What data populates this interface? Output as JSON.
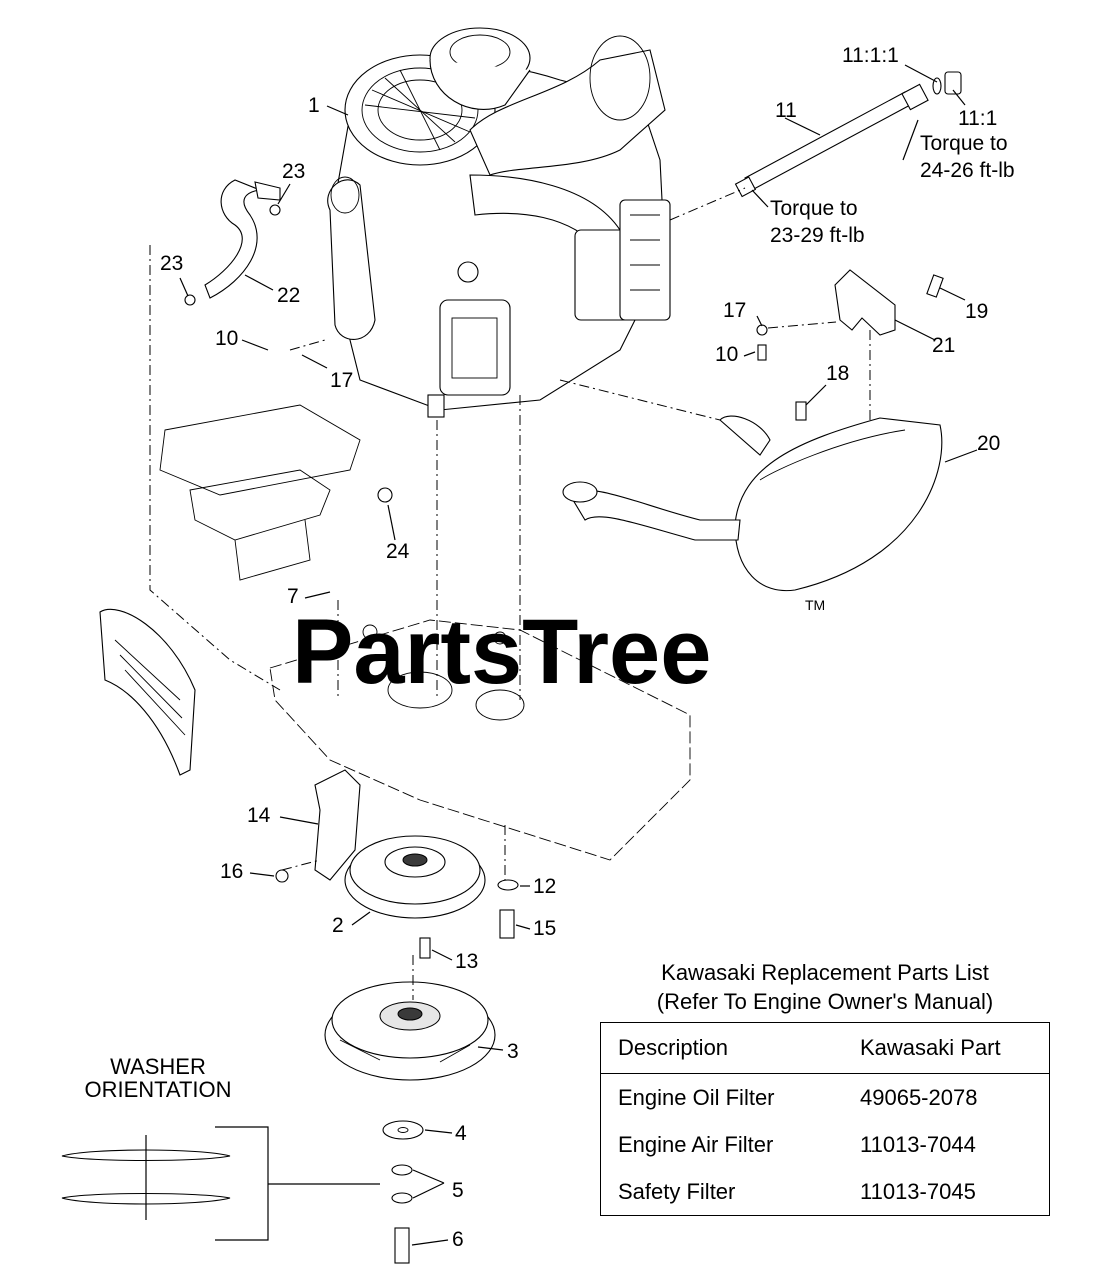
{
  "watermark": {
    "text": "PartsTree",
    "trademark": "TM"
  },
  "callouts": [
    {
      "id": "c1",
      "label": "1"
    },
    {
      "id": "c23a",
      "label": "23"
    },
    {
      "id": "c23b",
      "label": "23"
    },
    {
      "id": "c22",
      "label": "22"
    },
    {
      "id": "c10a",
      "label": "10"
    },
    {
      "id": "c17a",
      "label": "17"
    },
    {
      "id": "c11",
      "label": "11"
    },
    {
      "id": "c1111",
      "label": "11:1:1"
    },
    {
      "id": "c111",
      "label": "11:1"
    },
    {
      "id": "c17b",
      "label": "17"
    },
    {
      "id": "c10b",
      "label": "10"
    },
    {
      "id": "c19",
      "label": "19"
    },
    {
      "id": "c21",
      "label": "21"
    },
    {
      "id": "c18",
      "label": "18"
    },
    {
      "id": "c20",
      "label": "20"
    },
    {
      "id": "c24",
      "label": "24"
    },
    {
      "id": "c7",
      "label": "7"
    },
    {
      "id": "c14",
      "label": "14"
    },
    {
      "id": "c16",
      "label": "16"
    },
    {
      "id": "c12",
      "label": "12"
    },
    {
      "id": "c2",
      "label": "2"
    },
    {
      "id": "c15",
      "label": "15"
    },
    {
      "id": "c13",
      "label": "13"
    },
    {
      "id": "c3",
      "label": "3"
    },
    {
      "id": "c4",
      "label": "4"
    },
    {
      "id": "c5",
      "label": "5"
    },
    {
      "id": "c6",
      "label": "6"
    }
  ],
  "notes": {
    "torque_a_line1": "Torque to",
    "torque_a_line2": "24-26 ft-lb",
    "torque_b_line1": "Torque to",
    "torque_b_line2": "23-29 ft-lb",
    "washer_line1": "WASHER",
    "washer_line2": "ORIENTATION"
  },
  "parts_list": {
    "title_line1": "Kawasaki Replacement Parts List",
    "title_line2": "(Refer To Engine Owner's Manual)",
    "columns": [
      "Description",
      "Kawasaki Part"
    ],
    "rows": [
      {
        "description": "Engine Oil Filter",
        "part": "49065-2078"
      },
      {
        "description": "Engine Air Filter",
        "part": "11013-7044"
      },
      {
        "description": "Safety Filter",
        "part": "11013-7045"
      }
    ]
  }
}
